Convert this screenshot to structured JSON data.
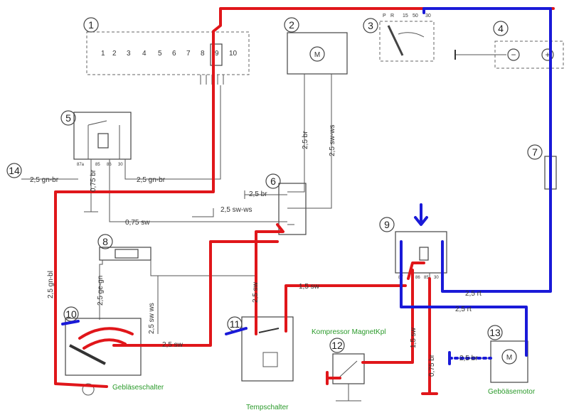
{
  "components": {
    "c1": "1",
    "c2": "2",
    "c3": "3",
    "c4": "4",
    "c5": "5",
    "c6": "6",
    "c7": "7",
    "c8": "8",
    "c9": "9",
    "c10": "10",
    "c11": "11",
    "c12": "12",
    "c13": "13",
    "c14": "14"
  },
  "fuse_numbers": [
    "1",
    "2",
    "3",
    "4",
    "5",
    "6",
    "7",
    "8",
    "9",
    "10"
  ],
  "wire_labels": {
    "gn_br_14": "2,5 gn-br",
    "gn_br_5": "2,5 gn-br",
    "br_075_5": "0,75 br",
    "br_25_2": "2,5 br",
    "sw_ws_25_2": "2,5 sw-ws",
    "br_25_6": "2,5 br",
    "sw_ws_25_6": "2,5 sw-ws",
    "sw_075": "0,75 sw",
    "gn_bl": "2,5 gn-bl",
    "ge_gn": "2,5 ge-gn",
    "sw_ws_8": "2,5 sw ws",
    "sw_10": "2,5 sw",
    "sw_11": "2,5 sw",
    "sw_12": "1,5 sw",
    "sw_9": "1,5 sw",
    "rt_9": "2,5 rt",
    "rt_9b": "2,5 rt",
    "br_075_9": "0,75 br",
    "br_13": "2,5 br"
  },
  "relay_terminals": {
    "r5": [
      "87a",
      "85",
      "86",
      "30"
    ],
    "r9": [
      "87",
      "86",
      "85",
      "30"
    ]
  },
  "ignition_terminals": [
    "P",
    "R",
    "15",
    "50",
    "30"
  ],
  "symbols": {
    "motor": "M",
    "minus": "−",
    "plus": "+"
  },
  "annotations": {
    "geblaeseschalter": "Gebläseschalter",
    "tempschalter": "Tempschalter",
    "kompressor": "Kompressor MagnetKpl",
    "geboaesemotor": "Geböäsemotor"
  },
  "colors": {
    "red": "#e0161a",
    "blue": "#1a1ad8",
    "label_green": "#2a9a2a"
  }
}
